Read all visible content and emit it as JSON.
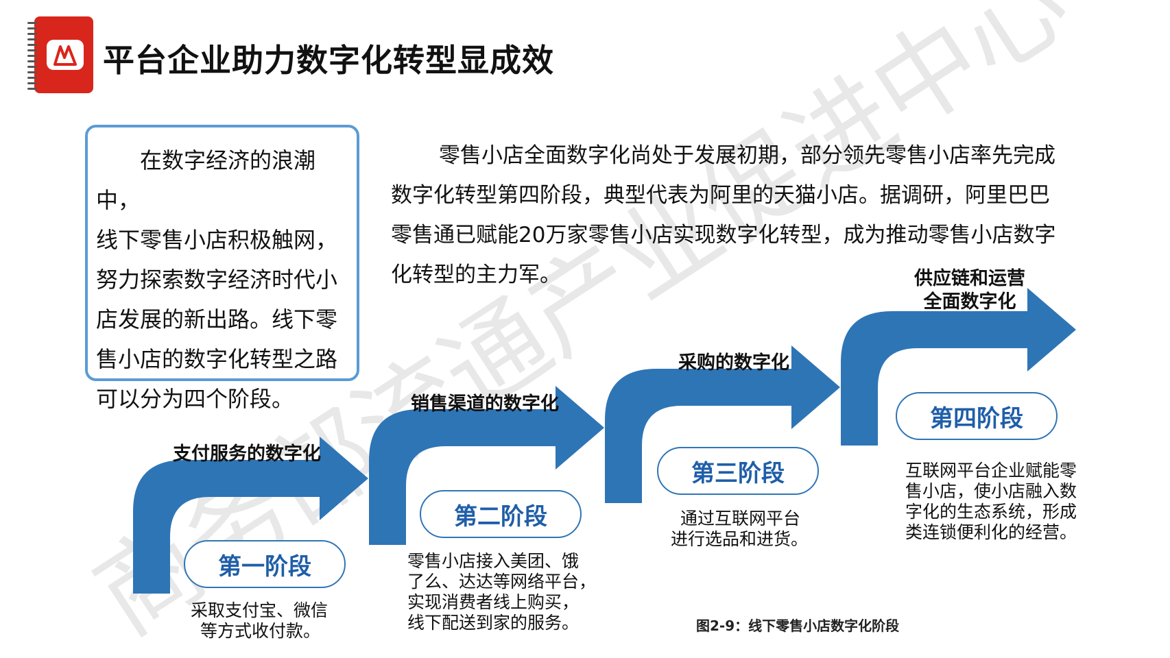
{
  "header": {
    "title": "平台企业助力数字化转型显成效"
  },
  "intro_box": {
    "lines": [
      "在数字经济的浪潮中，",
      "线下零售小店积极触网，",
      "努力探索数字经济时代小",
      "店发展的新出路。线下零",
      "售小店的数字化转型之路",
      "可以分为四个阶段。"
    ]
  },
  "main_paragraph": {
    "lines": [
      "零售小店全面数字化尚处于发展初期，部分领先零售小店率先完成",
      "数字化转型第四阶段，典型代表为阿里的天猫小店。据调研，阿里巴巴",
      "零售通已赋能20万家零售小店实现数字化转型，成为推动零售小店数字",
      "化转型的主力军。"
    ]
  },
  "watermark": "商务部流通产业促进中心",
  "stages": [
    {
      "title_lines": [
        "支付服务的数字化"
      ],
      "label": "第一阶段",
      "desc_lines": [
        "采取支付宝、微信",
        "等方式收付款。"
      ]
    },
    {
      "title_lines": [
        "销售渠道的数字化"
      ],
      "label": "第二阶段",
      "desc_lines": [
        "零售小店接入美团、饿",
        "了么、达达等网络平台，",
        "实现消费者线上购买，",
        "线下配送到家的服务。"
      ]
    },
    {
      "title_lines": [
        "采购的数字化"
      ],
      "label": "第三阶段",
      "desc_lines": [
        "通过互联网平台",
        "进行选品和进货。"
      ]
    },
    {
      "title_lines": [
        "供应链和运营",
        "全面数字化"
      ],
      "label": "第四阶段",
      "desc_lines": [
        "互联网平台企业赋能零",
        "售小店，使小店融入数",
        "字化的生态系统，形成",
        "类连锁便利化的经营。"
      ]
    }
  ],
  "caption": "图2-9：线下零售小店数字化阶段",
  "colors": {
    "arrow": "#2e75b6",
    "pill_border": "#2e75b6",
    "pill_text": "#1f5ea8",
    "intro_border": "#5b9bd5",
    "logo_red": "#d9261c",
    "watermark": "#e6e6e6"
  },
  "icons": {
    "logo": "book-binder-icon"
  }
}
